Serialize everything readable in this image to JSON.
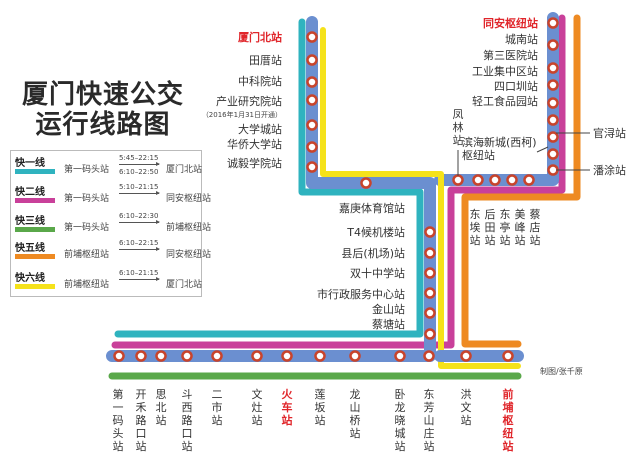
{
  "title": {
    "line1": "厦门快速公交",
    "line2": "运行线路图"
  },
  "colors": {
    "line1_teal": "#2fb3bf",
    "line2_magenta": "#c9409a",
    "line3_green": "#5aa84a",
    "line5_orange": "#ee8a22",
    "line6_yellow": "#f5e21a",
    "shared_blue": "#6b8fd0",
    "station_ring": "#c8442c",
    "highlight_red": "#e0262b"
  },
  "legend": [
    {
      "name": "快一线",
      "color": "#2fb3bf",
      "from": "第一码头站",
      "time_out": "5:45–22:15",
      "time_back": "6:10–22:50",
      "to": "厦门北站"
    },
    {
      "name": "快二线",
      "color": "#c9409a",
      "from": "第一码头站",
      "time_out": "5:10–21:15",
      "time_back": "",
      "to": "同安枢纽站"
    },
    {
      "name": "快三线",
      "color": "#5aa84a",
      "from": "第一码头站",
      "time_out": "6:10–22:30",
      "time_back": "",
      "to": "前埔枢纽站"
    },
    {
      "name": "快五线",
      "color": "#ee8a22",
      "from": "前埔枢纽站",
      "time_out": "6:10–22:15",
      "time_back": "",
      "to": "同安枢纽站"
    },
    {
      "name": "快六线",
      "color": "#f5e21a",
      "from": "前埔枢纽站",
      "time_out": "6:10–21:15",
      "time_back": "",
      "to": "厦门北站"
    }
  ],
  "stations": {
    "north_branch": [
      "厦门北站",
      "田厝站",
      "中科院站",
      "产业研究院站",
      "大学城站",
      "华侨大学站",
      "诚毅学院站"
    ],
    "north_branch_note": "（2016年1月31日开通）",
    "middle": [
      "嘉庚体育馆站",
      "T4候机楼站",
      "县后(机场)站",
      "双十中学站",
      "市行政服务中心站",
      "金山站",
      "蔡塘站"
    ],
    "tongan_branch": [
      "同安枢纽站",
      "城南站",
      "第三医院站",
      "工业集中区站",
      "四口圳站",
      "轻工食品园站",
      "官浔站",
      "滨海新城(西柯)枢纽站",
      "潘涂站"
    ],
    "fenglin": "凤林站",
    "line5_only": [
      "东埃站",
      "后田站",
      "东亭站",
      "美峰站",
      "蔡店站"
    ],
    "bottom": [
      "第一码头站",
      "开禾路口站",
      "思北站",
      "斗西路口站",
      "二市站",
      "文灶站",
      "火车站",
      "莲坂站",
      "龙山桥站",
      "卧龙晓城站",
      "东芳山庄站",
      "洪文站",
      "前埔枢纽站"
    ]
  },
  "credit": "制图/张千原"
}
